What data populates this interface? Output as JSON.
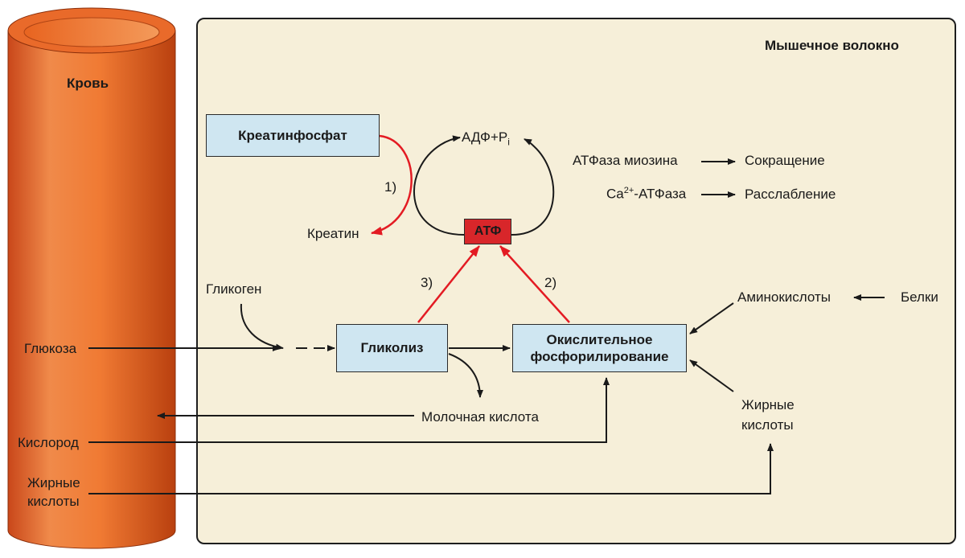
{
  "labels": {
    "blood": "Кровь",
    "muscle_fiber": "Мышечное волокно",
    "creatine_phosphate": "Креатинфосфат",
    "creatine": "Креатин",
    "adp_base": "АДФ+P",
    "adp_sub": "i",
    "atp": "АТФ",
    "myosin_atpase": "АТФаза миозина",
    "contraction": "Сокращение",
    "ca_base": "Ca",
    "ca_sup": "2+",
    "ca_rest": "-АТФаза",
    "relaxation": "Расслабление",
    "pathway_1": "1)",
    "pathway_2": "2)",
    "pathway_3": "3)",
    "glycogen": "Гликоген",
    "glucose": "Глюкоза",
    "glycolysis": "Гликолиз",
    "oxphos_line1": "Окислительное",
    "oxphos_line2": "фосфорилирование",
    "amino_acids": "Аминокислоты",
    "proteins": "Белки",
    "lactic_acid": "Молочная кислота",
    "oxygen": "Кислород",
    "fatty_acids_left_1": "Жирные",
    "fatty_acids_left_2": "кислоты",
    "fatty_acids_right_1": "Жирные",
    "fatty_acids_right_2": "кислоты"
  },
  "colors": {
    "vessel": "#f07a33",
    "vessel_dark": "#c44a15",
    "panel_bg": "#f6efd9",
    "box_fill": "#cfe6f1",
    "atp_fill": "#d8262a",
    "red_arrow": "#e31b23",
    "black_arrow": "#1a1a1a"
  }
}
